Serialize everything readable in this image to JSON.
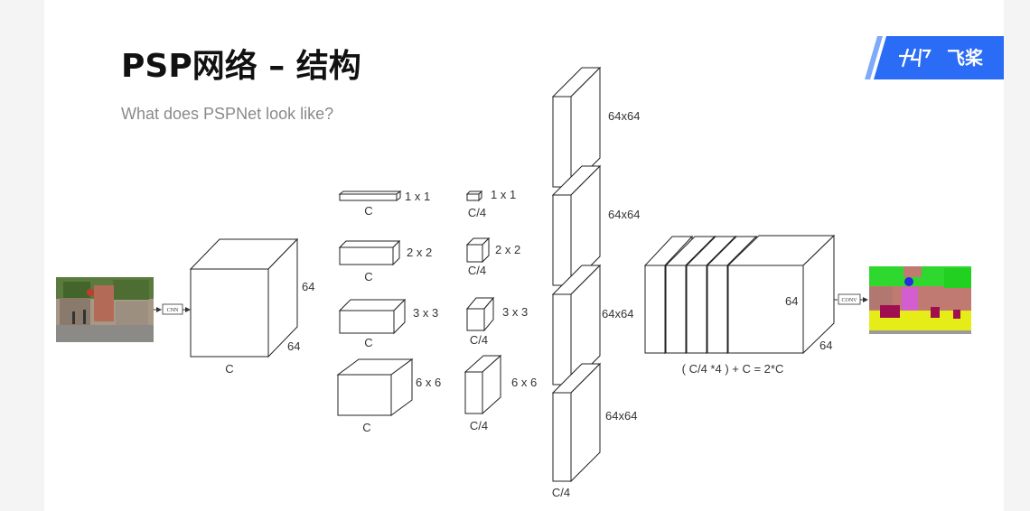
{
  "slide": {
    "title": "PSP网络 – 结构",
    "subtitle": "What does PSPNet look like?",
    "logo_text": "飞桨",
    "logo_color": "#2a6cf6"
  },
  "diagram": {
    "input_image": "street-scene-photo",
    "output_image": "segmentation-mask",
    "cnn_label": "CNN",
    "conv_label": "CONV",
    "feature_map": {
      "height_label": "64",
      "width_label": "64",
      "channel_label": "C"
    },
    "pooled": [
      {
        "size_label": "1 x 1",
        "channel_label": "C"
      },
      {
        "size_label": "2 x 2",
        "channel_label": "C"
      },
      {
        "size_label": "3 x 3",
        "channel_label": "C"
      },
      {
        "size_label": "6 x 6",
        "channel_label": "C"
      }
    ],
    "reduced": [
      {
        "size_label": "1 x 1",
        "channel_label": "C/4"
      },
      {
        "size_label": "2 x 2",
        "channel_label": "C/4"
      },
      {
        "size_label": "3 x 3",
        "channel_label": "C/4"
      },
      {
        "size_label": "6 x 6",
        "channel_label": "C/4"
      }
    ],
    "upsampled": {
      "size_labels": [
        "64x64",
        "64x64",
        "64x64",
        "64x64"
      ],
      "channel_label": "C/4"
    },
    "concat": {
      "height_label": "64",
      "width_label": "64",
      "formula": "( C/4 *4 ) + C = 2*C"
    }
  }
}
